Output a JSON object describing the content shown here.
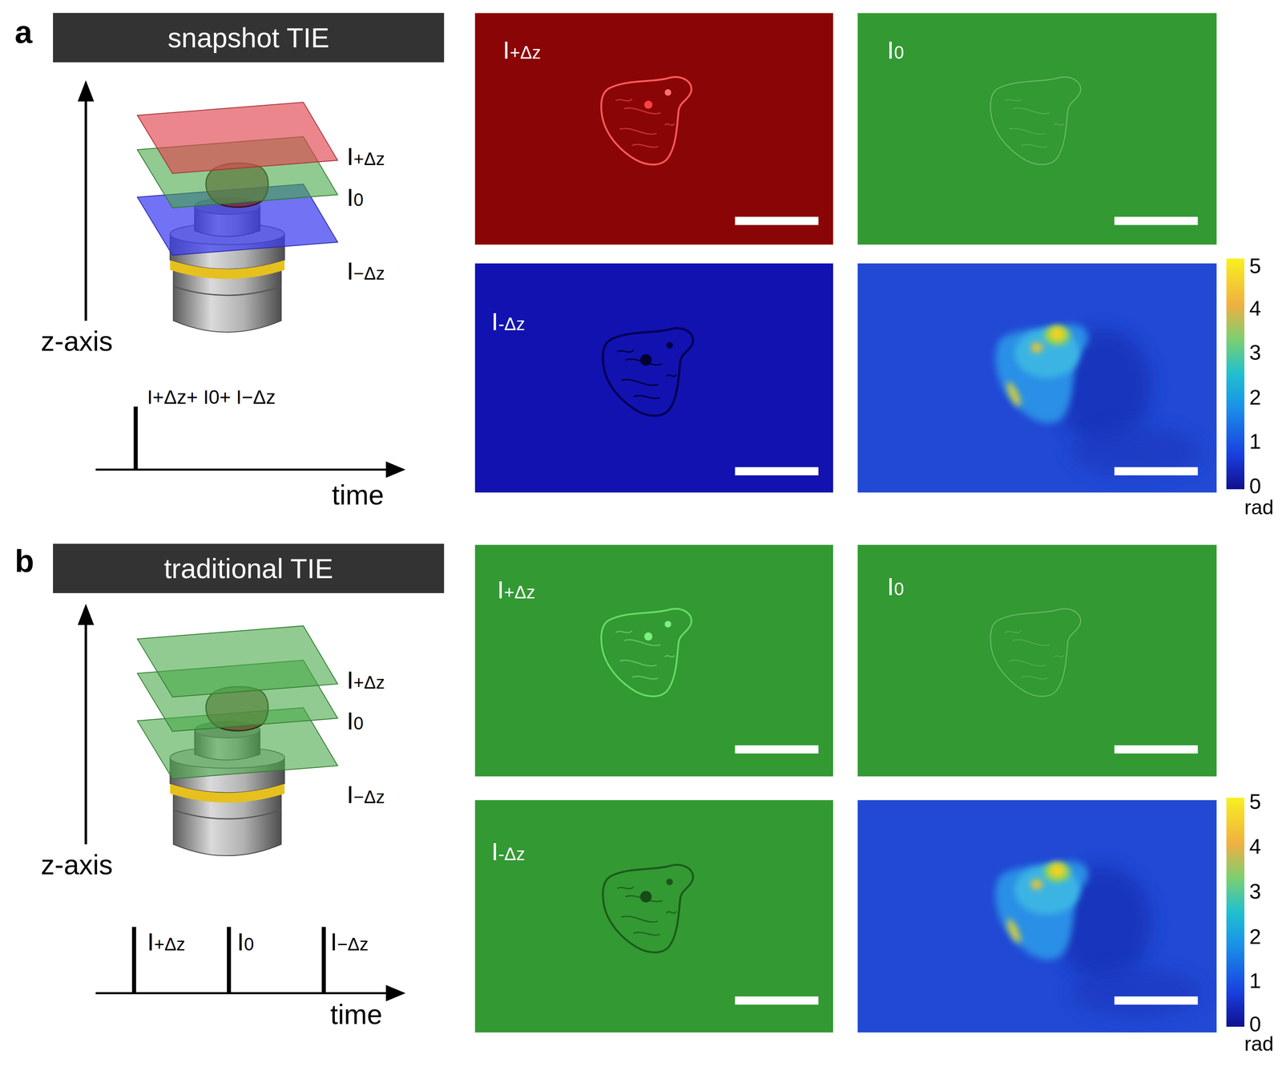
{
  "diagram": {
    "nodes": [
      {
        "text": [
          "snapshot TIE"
        ]
      },
      {
        "text": [
          "I+Δz"
        ]
      },
      {
        "text": [
          "I0"
        ]
      },
      {
        "text": [
          "I-Δz"
        ]
      },
      {
        "text": [
          "traditional TIE"
        ]
      },
      {
        "text": [
          "I+Δz"
        ]
      },
      {
        "text": [
          "I0"
        ]
      },
      {
        "text": [
          "I-Δz"
        ]
      }
    ],
    "labels": [
      "a",
      "I+Δz",
      "I0",
      "I−Δz",
      "z-axis",
      "I+Δz+ I0+ I−Δz",
      "time",
      "5",
      "4",
      "3",
      "2",
      "1",
      "0",
      "rad",
      "b",
      "I+Δz",
      "I0",
      "I−Δz",
      "z-axis",
      "I+Δz",
      "I0",
      "I−Δz",
      "time",
      "5",
      "4",
      "3",
      "2",
      "1",
      "0",
      "rad"
    ]
  }
}
